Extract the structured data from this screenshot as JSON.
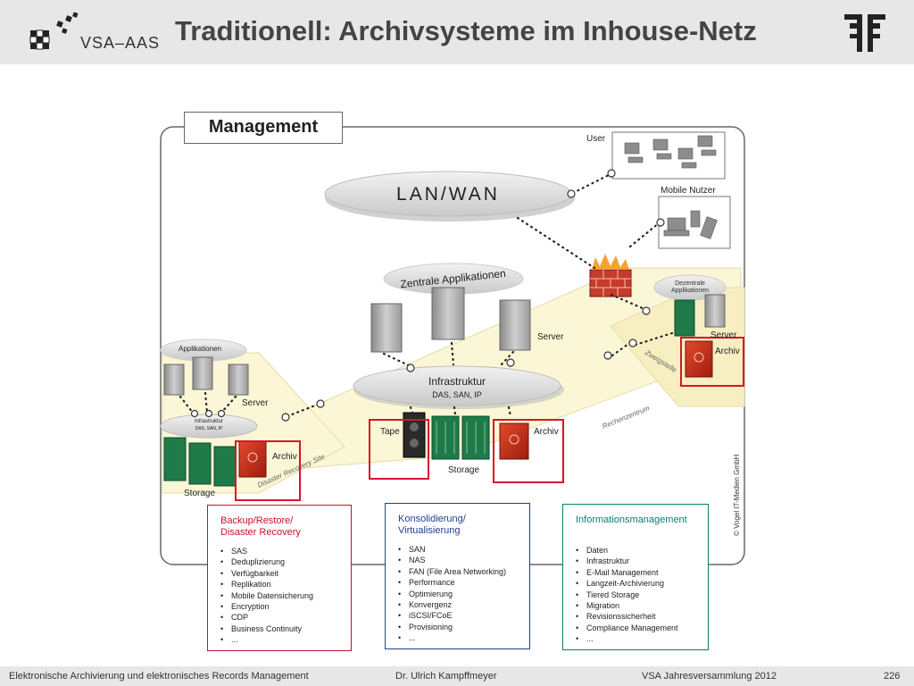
{
  "header": {
    "title": "Traditionell: Archivsysteme im Inhouse-Netz",
    "logo_text": "VSA–AAS"
  },
  "diagram": {
    "management": "Management",
    "lan_wan": "LAN/WAN",
    "user": "User",
    "mobile_nutzer": "Mobile Nutzer",
    "zentrale_applikationen": "Zentrale Applikationen",
    "dezentrale_applikationen": "Dezentrale Applikationen",
    "server_center": "Server",
    "server_right": "Server",
    "server_left": "Server",
    "archiv_right": "Archiv",
    "archiv_center": "Archiv",
    "archiv_left": "Archiv",
    "applikationen": "Applikationen",
    "infrastruktur_title": "Infrastruktur",
    "infrastruktur_sub": "DAS, SAN, IP",
    "infrastruktur_small_title": "Infrastruktur",
    "infrastruktur_small_sub": "DAS, SAN, IP",
    "tape": "Tape",
    "storage_center": "Storage",
    "storage_left": "Storage",
    "disaster_recovery_site": "Disaster Recovery Site",
    "rechenzentrum": "Rechenzentrum",
    "zweigstelle": "Zweigstelle",
    "copyright": "© Vogel IT-Medien GmbH",
    "colors": {
      "red": "#c8102e",
      "blue": "#1f3f93",
      "teal": "#0e7c6b",
      "floor": "#fbf6d6",
      "green_rack": "#1f7a4a"
    }
  },
  "boxes": [
    {
      "title": "Backup/Restore/\nDisaster Recovery",
      "items": [
        "SAS",
        "Deduplizierung",
        "Verfügbarkeit",
        "Replikation",
        "Mobile Datensicherung",
        "Encryption",
        "CDP",
        "Business Continuity",
        "..."
      ]
    },
    {
      "title": "Konsolidierung/\nVirtualisierung",
      "items": [
        "SAN",
        "NAS",
        "FAN (File Area Networking)",
        "Performance",
        "Optimierung",
        "Konvergenz",
        "iSCSI/FCoE",
        "Provisioning",
        "..."
      ]
    },
    {
      "title": "Informationsmanagement",
      "items": [
        "Daten",
        "Infrastruktur",
        "E-Mail Management",
        "Langzeit-Archivierung",
        "Tiered Storage",
        "Migration",
        "Revisionssicherheit",
        "Compliance Management",
        "..."
      ]
    }
  ],
  "footer": {
    "left": "Elektronische Archivierung und elektronisches Records Management",
    "center": "Dr. Ulrich Kampffmeyer",
    "right": "VSA Jahresversammlung 2012",
    "page": "226"
  }
}
